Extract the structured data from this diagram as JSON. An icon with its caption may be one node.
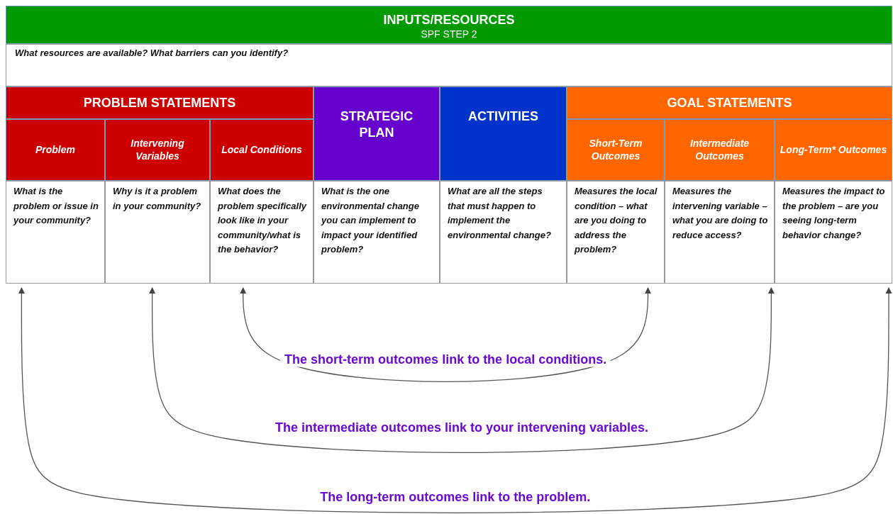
{
  "diagram": {
    "nodes": [
      {
        "text": [
          "INPUTS/RESOURCES",
          "SPF STEP 2"
        ]
      },
      {
        "text": [
          "What resources are available? What barriers can you identify?"
        ]
      },
      {
        "text": [
          "PROBLEM STATEMENTS"
        ]
      },
      {
        "text": [
          "Problem"
        ]
      },
      {
        "text": [
          "Intervening Variables"
        ]
      },
      {
        "text": [
          "Local Conditions"
        ]
      },
      {
        "text": [
          "STRATEGIC PLAN"
        ]
      },
      {
        "text": [
          "ACTIVITIES"
        ]
      },
      {
        "text": [
          "GOAL STATEMENTS"
        ]
      },
      {
        "text": [
          "Short-Term Outcomes"
        ]
      },
      {
        "text": [
          "Intermediate Outcomes"
        ]
      },
      {
        "text": [
          "Long-Term* Outcomes"
        ]
      },
      {
        "text": [
          "What is the problem or issue in your community?"
        ]
      },
      {
        "text": [
          "Why is it a problem in your community?"
        ]
      },
      {
        "text": [
          "What does the problem specifically look like in your community/what is the behavior?"
        ]
      },
      {
        "text": [
          "What is the one environmental change you can implement to impact your identified problem?"
        ]
      },
      {
        "text": [
          "What are all the steps that must happen to implement the environmental change?"
        ]
      },
      {
        "text": [
          "Measures the local condition – what are you doing to address the problem?"
        ]
      },
      {
        "text": [
          "Measures the intervening variable – what you are doing to reduce access?"
        ]
      },
      {
        "text": [
          "Measures the impact to the problem – are you seeing long-term behavior change?"
        ]
      }
    ],
    "edges": [
      {
        "from": 17,
        "to": 14,
        "arrow": "both",
        "label": "The short-term outcomes link to the local conditions."
      },
      {
        "from": 18,
        "to": 13,
        "arrow": "both",
        "label": "The intermediate outcomes link to your intervening variables."
      },
      {
        "from": 19,
        "to": 12,
        "arrow": "both",
        "label": "The long-term outcomes link to the problem."
      }
    ]
  }
}
